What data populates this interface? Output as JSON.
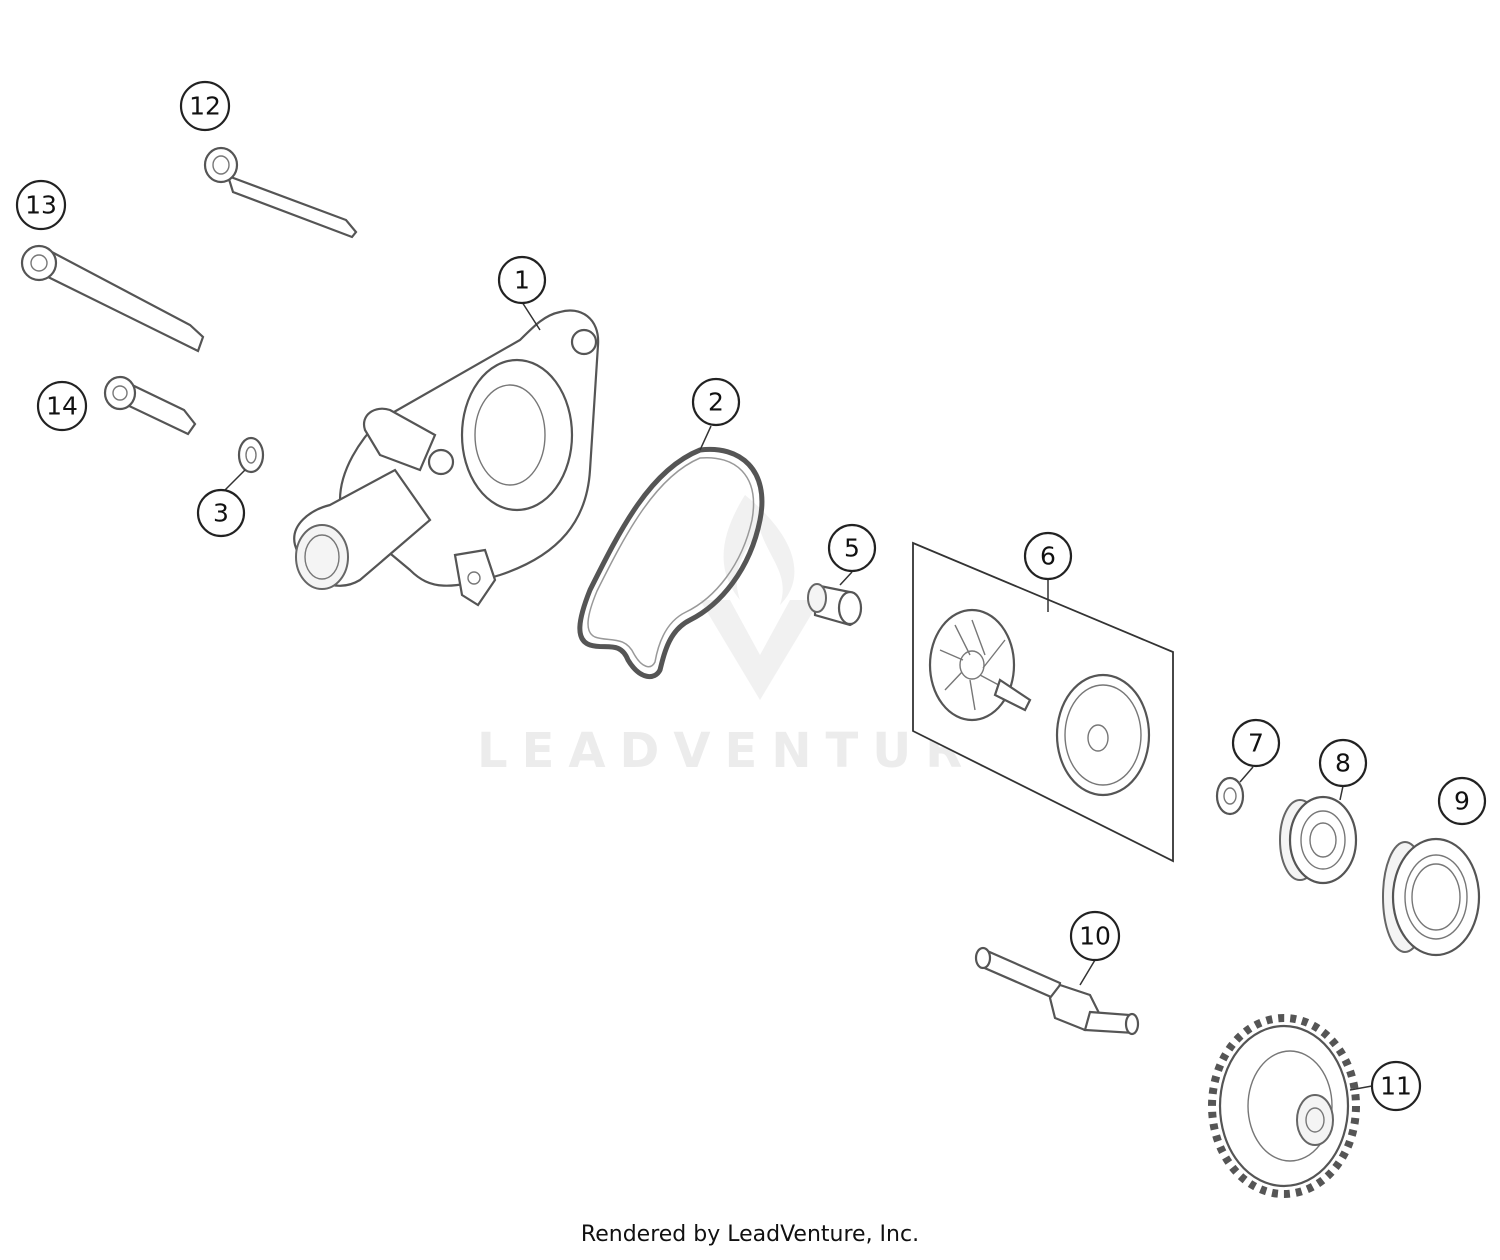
{
  "watermark": {
    "text": "LEADVENTURE"
  },
  "credit": "Rendered by LeadVenture, Inc.",
  "callouts": [
    "1",
    "2",
    "3",
    "5",
    "6",
    "7",
    "8",
    "9",
    "10",
    "11",
    "12",
    "13",
    "14"
  ]
}
